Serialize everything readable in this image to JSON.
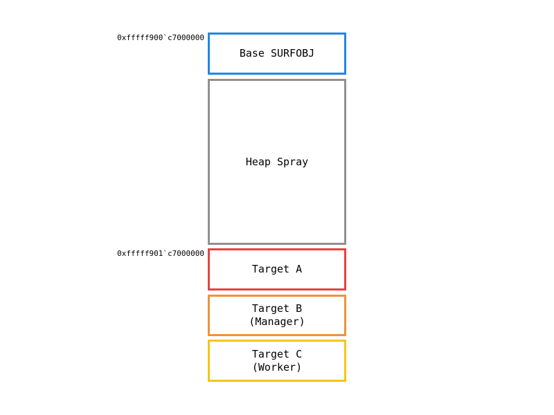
{
  "blocks": [
    {
      "label": "Base SURFOBJ",
      "color": "#1e88e5"
    },
    {
      "label": "Heap Spray",
      "color": "#909090"
    },
    {
      "label": "Target A",
      "color": "#e8413f"
    },
    {
      "label": "Target B\n(Manager)",
      "color": "#f0913a"
    },
    {
      "label": "Target C\n(Worker)",
      "color": "#f5c518"
    }
  ],
  "addresses": {
    "base": "0xfffff900`c7000000",
    "target_a": "0xfffff901`c7000000"
  }
}
